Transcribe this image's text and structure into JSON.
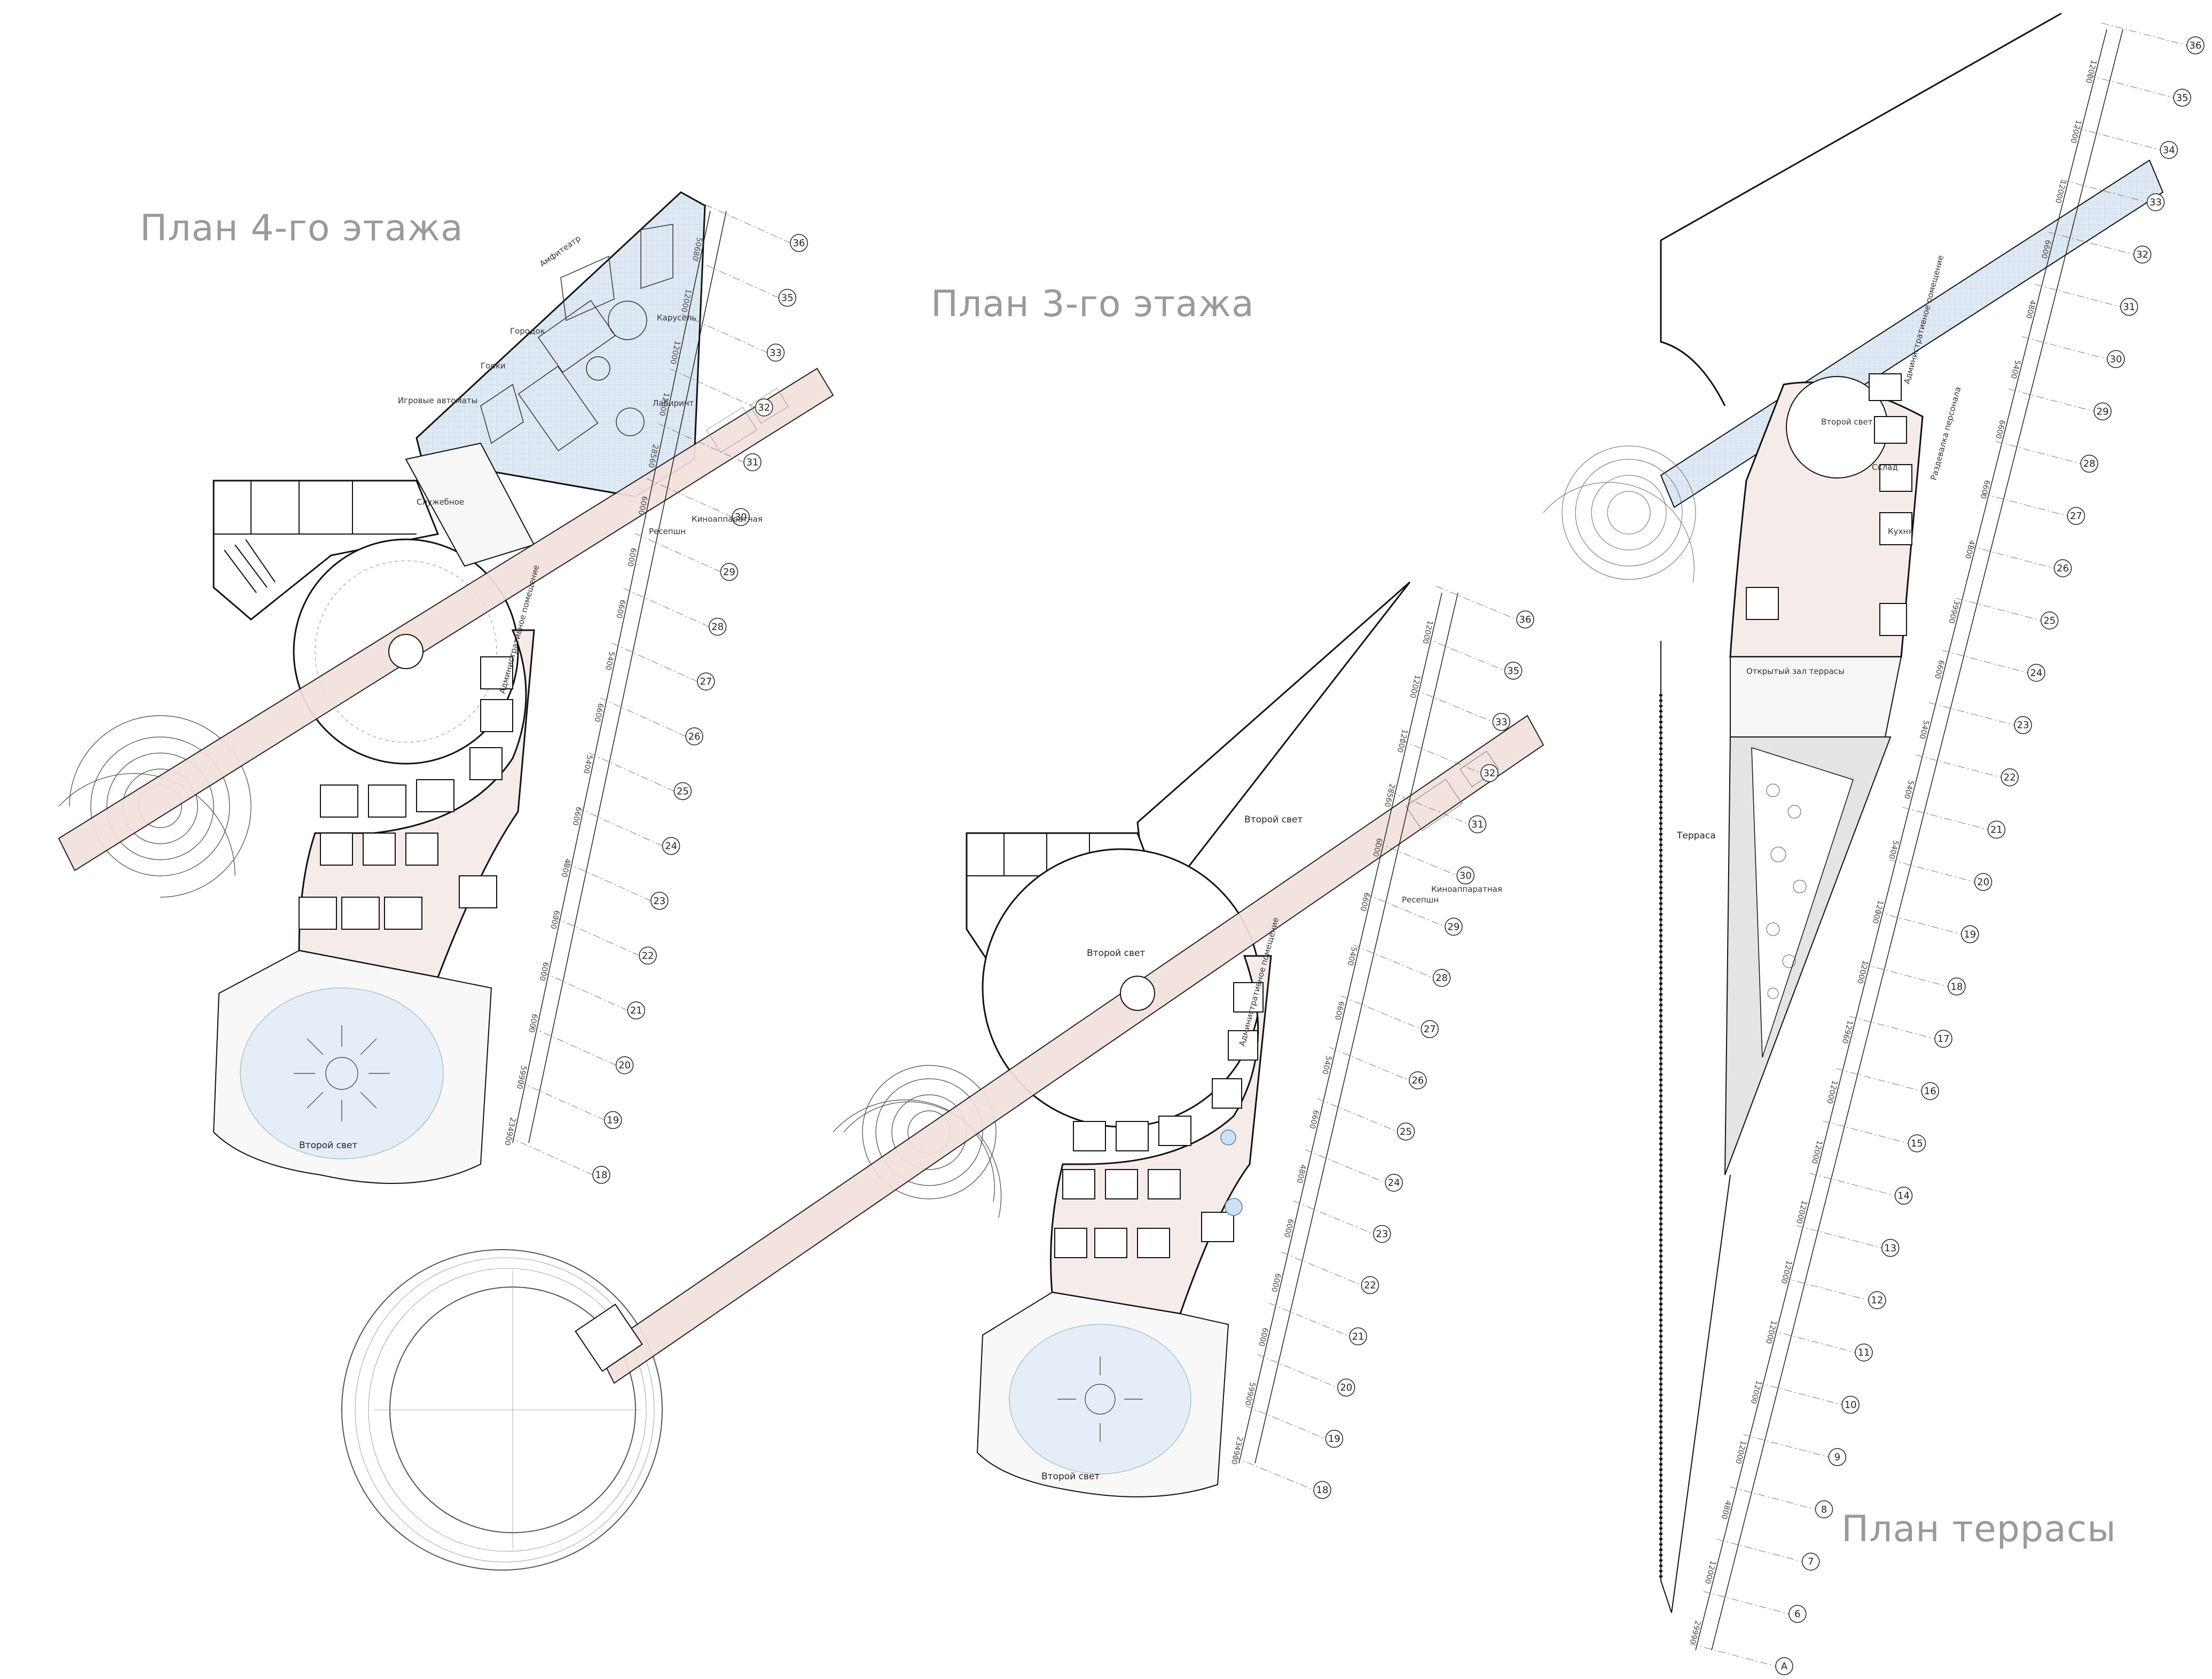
{
  "titles": {
    "floor4": "План 4-го этажа",
    "floor3": "План 3-го этажа",
    "terrace": "План террасы"
  },
  "colors": {
    "bridge": "#f3e1dd",
    "blue_zone": "#e5eef8",
    "grid_zone": "#dfe9f4",
    "grey_zone": "#e4e4e4",
    "line": "#111111"
  },
  "floor4": {
    "rooms": {
      "amphitheatre": "Амфитеатр",
      "town": "Городок",
      "slides": "Горки",
      "arcade": "Игровые автоматы",
      "carousel": "Карусель",
      "maze": "Лабиринт",
      "service": "Служебное",
      "admin": "Административное помещение",
      "projection": "Киноаппаратная",
      "reception": "Ресепшн",
      "second_light": "Второй свет"
    },
    "dims": [
      "50680",
      "12000",
      "12000",
      "12000",
      "28560",
      "6000",
      "6000",
      "6600",
      "5400",
      "6600",
      "5400",
      "6600",
      "4800",
      "6000",
      "6000",
      "6000",
      "59900",
      "234900"
    ],
    "axes": [
      "36",
      "35",
      "33",
      "32",
      "31",
      "30",
      "29",
      "28",
      "27",
      "26",
      "25",
      "24",
      "23",
      "22",
      "21",
      "20",
      "19",
      "18"
    ]
  },
  "floor3": {
    "rooms": {
      "second_light_top": "Второй свет",
      "second_light_center": "Второй свет",
      "admin": "Административное помещение",
      "projection": "Киноаппаратная",
      "reception": "Ресепшн",
      "second_light_bottom": "Второй свет"
    },
    "dims": [
      "12000",
      "12000",
      "12000",
      "28560",
      "6000",
      "6600",
      "5400",
      "6600",
      "5400",
      "6600",
      "4800",
      "6000",
      "6000",
      "6000",
      "59900",
      "234900"
    ],
    "axes": [
      "36",
      "35",
      "33",
      "32",
      "31",
      "30",
      "29",
      "28",
      "27",
      "26",
      "25",
      "24",
      "23",
      "22",
      "21",
      "20",
      "19",
      "18"
    ]
  },
  "terrace": {
    "rooms": {
      "second_light": "Второй свет",
      "admin": "Административное помещение",
      "wardrobe": "Раздевалка персонала",
      "storage": "Склад",
      "kitchen": "Кухня",
      "open_hall": "Открытый зал террасы",
      "terrace": "Терраса"
    },
    "dims": [
      "12000",
      "12000",
      "12000",
      "6600",
      "4800",
      "5400",
      "6600",
      "6600",
      "4800",
      "39900",
      "6600",
      "5400",
      "5400",
      "5400",
      "12000",
      "12000",
      "12960",
      "12000",
      "12000",
      "12000",
      "12000",
      "12000",
      "12000",
      "12000",
      "4800",
      "12000",
      "29990"
    ],
    "axes": [
      "36",
      "35",
      "34",
      "33",
      "32",
      "31",
      "30",
      "29",
      "28",
      "27",
      "26",
      "25",
      "24",
      "23",
      "22",
      "21",
      "20",
      "19",
      "18",
      "17",
      "16",
      "15",
      "14",
      "13",
      "12",
      "11",
      "10",
      "9",
      "8",
      "7",
      "6",
      "A"
    ]
  }
}
